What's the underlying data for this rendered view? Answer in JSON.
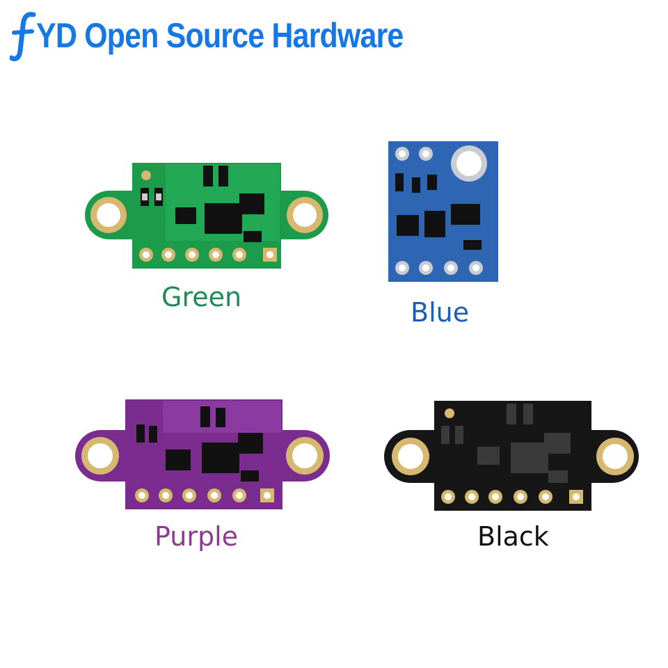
{
  "brand": {
    "text": "YD Open Source Hardware",
    "color": "#1677e6",
    "logo_icon": "stylized-f-logo"
  },
  "boards": [
    {
      "id": "green",
      "label": "Green",
      "label_color": "#1d8a58",
      "pcb_color": "#1c9c4a",
      "pin_count": 6
    },
    {
      "id": "blue",
      "label": "Blue",
      "label_color": "#1a5fb4",
      "pcb_color": "#2f66b3",
      "pin_count": 4
    },
    {
      "id": "purple",
      "label": "Purple",
      "label_color": "#8a3c8e",
      "pcb_color": "#7a2d8f",
      "pin_count": 6
    },
    {
      "id": "black",
      "label": "Black",
      "label_color": "#111111",
      "pcb_color": "#161616",
      "pin_count": 6
    }
  ]
}
